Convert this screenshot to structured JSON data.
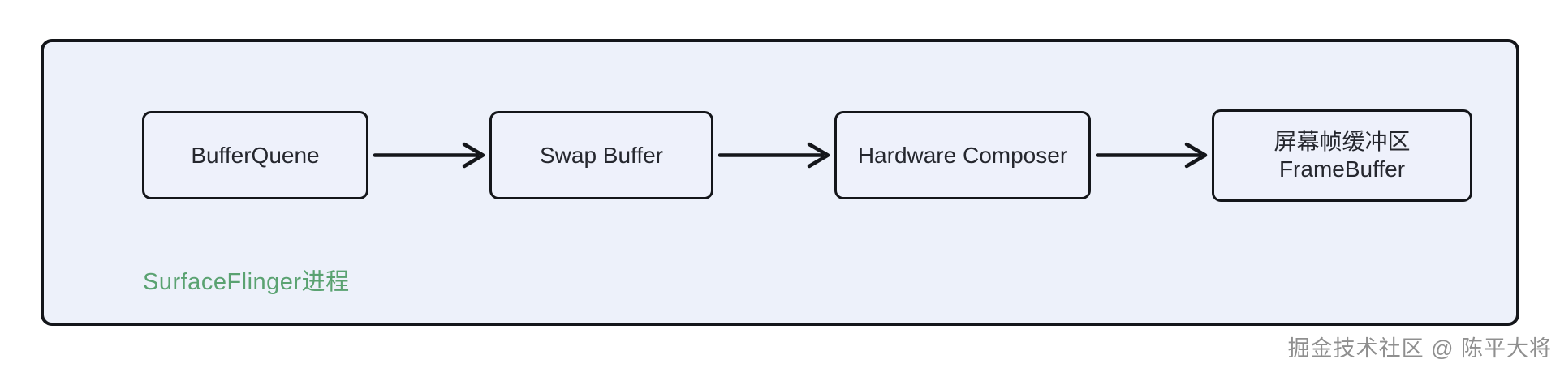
{
  "diagram": {
    "type": "flowchart",
    "container_label": "SurfaceFlinger进程",
    "nodes": [
      {
        "id": "bufferqueue",
        "label": "BufferQuene"
      },
      {
        "id": "swapbuffer",
        "label": "Swap Buffer"
      },
      {
        "id": "hwcomposer",
        "label": "Hardware Composer"
      },
      {
        "id": "framebuffer",
        "label": "屏幕帧缓冲区\nFrameBuffer"
      }
    ],
    "edges": [
      {
        "from": "bufferqueue",
        "to": "swapbuffer"
      },
      {
        "from": "swapbuffer",
        "to": "hwcomposer"
      },
      {
        "from": "hwcomposer",
        "to": "framebuffer"
      }
    ],
    "watermark": "掘金技术社区 @ 陈平大将",
    "colors": {
      "page_bg": "#ffffff",
      "container_bg": "#edf1fa",
      "node_bg": "#eef1fb",
      "border": "#14161a",
      "node_text": "#25272e",
      "process_label": "#5aa271",
      "watermark_text": "#8f8f8f"
    }
  }
}
